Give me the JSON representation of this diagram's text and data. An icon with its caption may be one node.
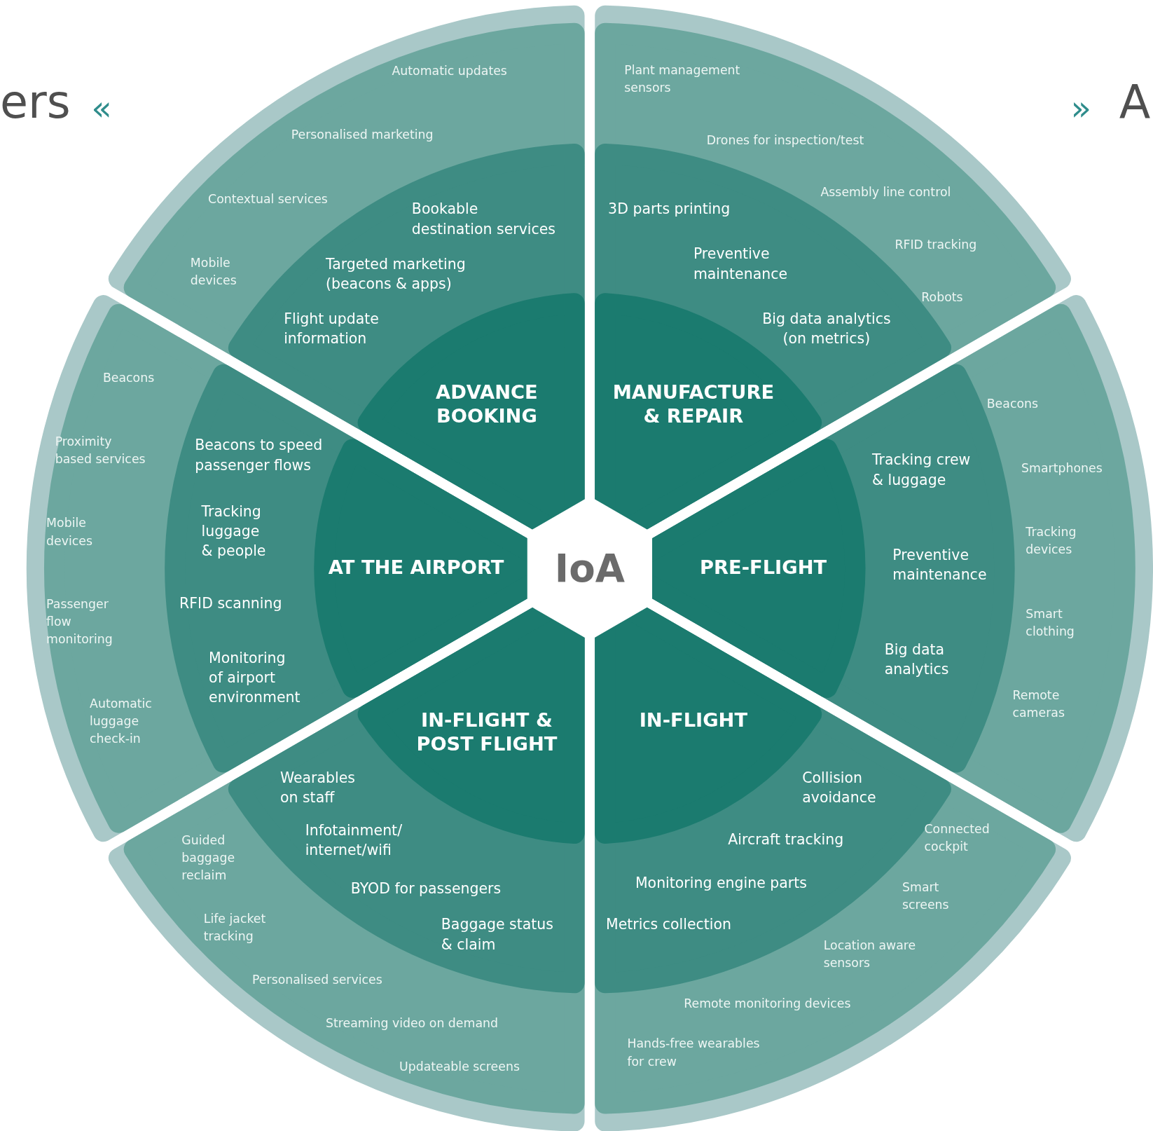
{
  "diagram": {
    "nodes": [
      {
        "text": [
          "IoA"
        ]
      },
      {
        "text": [
          "ADVANCE BOOKING"
        ]
      },
      {
        "text": [
          "Bookable destination services",
          "Targeted marketing (beacons & apps)",
          "Flight update information"
        ]
      },
      {
        "text": [
          "Automatic updates",
          "Personalised marketing",
          "Contextual services",
          "Mobile devices"
        ]
      },
      {
        "text": [
          "MANUFACTURE & REPAIR"
        ]
      },
      {
        "text": [
          "3D parts printing",
          "Preventive maintenance",
          "Big data analytics (on metrics)"
        ]
      },
      {
        "text": [
          "Plant management sensors",
          "Drones for inspection/test",
          "Assembly line control",
          "RFID tracking",
          "Robots"
        ]
      },
      {
        "text": [
          "AT THE AIRPORT"
        ]
      },
      {
        "text": [
          "Beacons to speed passenger flows",
          "Tracking luggage & people",
          "RFID scanning",
          "Monitoring of airport environment"
        ]
      },
      {
        "text": [
          "Beacons",
          "Proximity based services",
          "Mobile devices",
          "Passenger flow monitoring",
          "Automatic luggage check-in"
        ]
      },
      {
        "text": [
          "PRE-FLIGHT"
        ]
      },
      {
        "text": [
          "Tracking crew & luggage",
          "Preventive maintenance",
          "Big data analytics"
        ]
      },
      {
        "text": [
          "Beacons",
          "Smartphones",
          "Tracking devices",
          "Smart clothing",
          "Remote cameras"
        ]
      },
      {
        "text": [
          "IN-FLIGHT & POST FLIGHT"
        ]
      },
      {
        "text": [
          "Wearables on staff",
          "Infotainment/ internet/wifi",
          "BYOD for passengers",
          "Baggage status & claim"
        ]
      },
      {
        "text": [
          "Guided baggage reclaim",
          "Life jacket tracking",
          "Personalised services",
          "Streaming video on demand",
          "Updateable screens"
        ]
      },
      {
        "text": [
          "IN-FLIGHT"
        ]
      },
      {
        "text": [
          "Collision avoidance",
          "Aircraft tracking",
          "Monitoring engine parts",
          "Metrics collection"
        ]
      },
      {
        "text": [
          "Connected cockpit",
          "Smart screens",
          "Location aware sensors",
          "Remote monitoring devices",
          "Hands-free wearables for crew"
        ]
      }
    ],
    "labels": [
      "ers",
      "«",
      "»",
      "A"
    ]
  }
}
